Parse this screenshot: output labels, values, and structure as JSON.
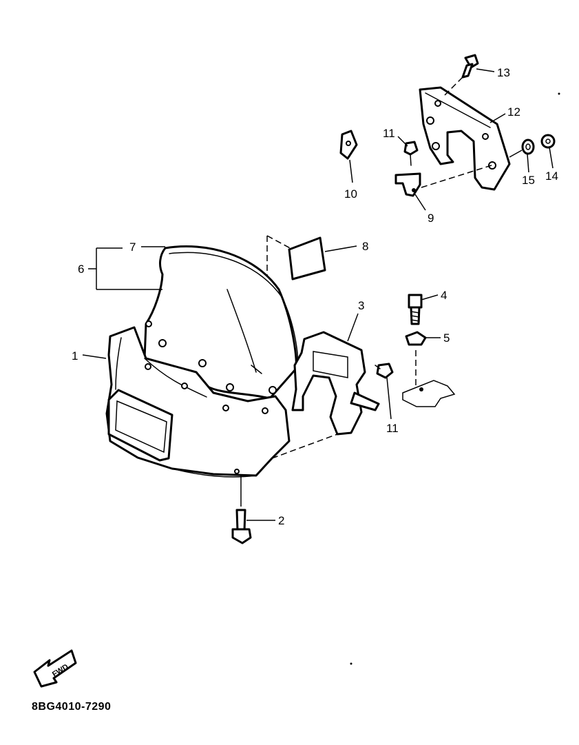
{
  "diagram": {
    "part_code": "8BG4010-7290",
    "fwd_arrow_label": "FWD",
    "callouts": [
      {
        "id": "1",
        "label": "1"
      },
      {
        "id": "2",
        "label": "2"
      },
      {
        "id": "3",
        "label": "3"
      },
      {
        "id": "4",
        "label": "4"
      },
      {
        "id": "5",
        "label": "5"
      },
      {
        "id": "6",
        "label": "6"
      },
      {
        "id": "7",
        "label": "7"
      },
      {
        "id": "8",
        "label": "8"
      },
      {
        "id": "9",
        "label": "9"
      },
      {
        "id": "10",
        "label": "10"
      },
      {
        "id": "11a",
        "label": "11"
      },
      {
        "id": "11b",
        "label": "11"
      },
      {
        "id": "12",
        "label": "12"
      },
      {
        "id": "13",
        "label": "13"
      },
      {
        "id": "14",
        "label": "14"
      },
      {
        "id": "15",
        "label": "15"
      }
    ]
  }
}
